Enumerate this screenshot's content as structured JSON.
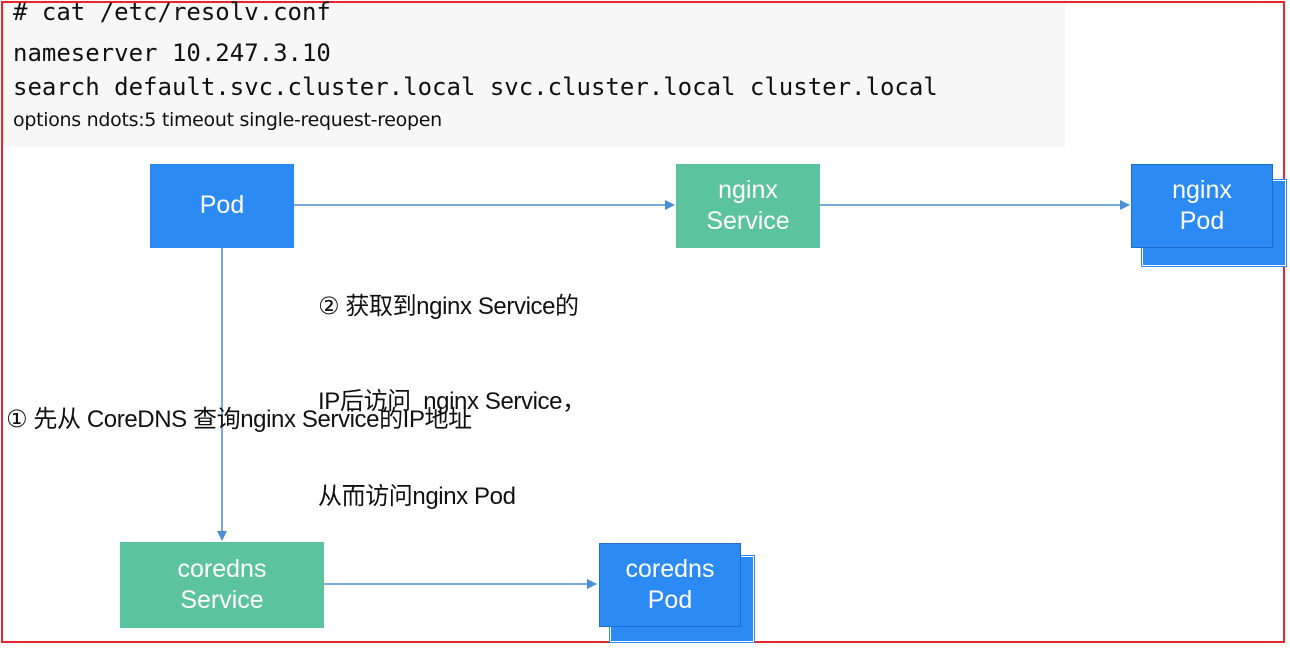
{
  "code": {
    "line1": "# cat /etc/resolv.conf",
    "line2": "nameserver 10.247.3.10",
    "line3": "search default.svc.cluster.local svc.cluster.local cluster.local",
    "line4": "options ndots:5 timeout single-request-reopen"
  },
  "nodes": {
    "pod": "Pod",
    "nginx_service": {
      "line1": "nginx",
      "line2": "Service"
    },
    "nginx_pod": {
      "line1": "nginx",
      "line2": "Pod"
    },
    "coredns_service": {
      "line1": "coredns",
      "line2": "Service"
    },
    "coredns_pod": {
      "line1": "coredns",
      "line2": "Pod"
    }
  },
  "labels": {
    "step2_line1": "② 获取到nginx Service的",
    "step2_line2": "IP后访问  nginx Service，",
    "step2_line3": "从而访问nginx Pod",
    "step1": "① 先从 CoreDNS 查询nginx Service的IP地址"
  },
  "colors": {
    "pod_blue": "#2b8af3",
    "service_green": "#5bc49f",
    "arrow": "#4a90d9",
    "frame_red": "#e8262b",
    "code_bg": "#f7f7f7"
  }
}
